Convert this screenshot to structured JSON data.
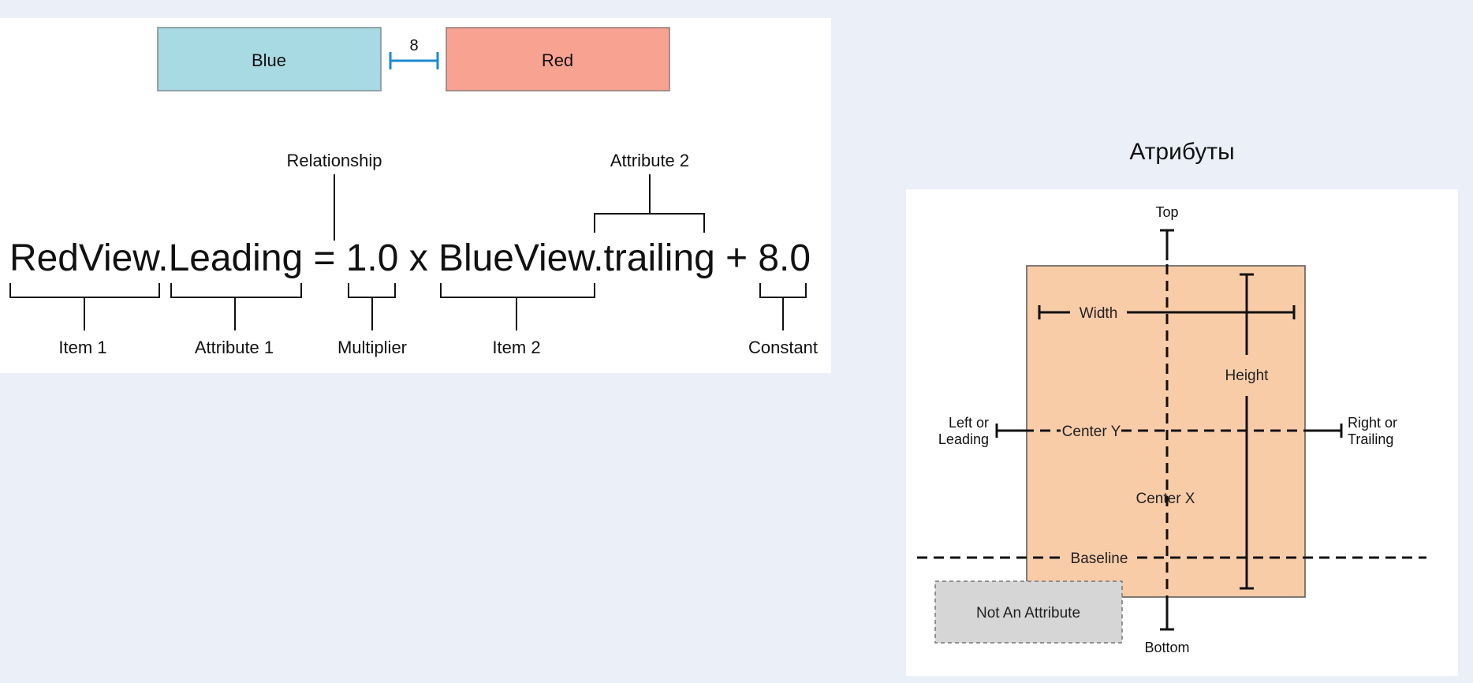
{
  "equation_diagram": {
    "spacing_demo": {
      "blue_box_label": "Blue",
      "red_box_label": "Red",
      "gap_value": "8",
      "blue_color": "#a8dae3",
      "red_color": "#f8a292",
      "gap_marker_color": "#1a8ad6"
    },
    "equation_parts": {
      "item1": "RedView.",
      "attribute1": "Leading",
      "equals": "=",
      "multiplier": "1.0",
      "times": "x",
      "item2": "BlueView.",
      "attribute2": "trailing",
      "plus": "+",
      "constant": "8.0"
    },
    "labels": {
      "relationship": "Relationship",
      "attribute2": "Attribute 2",
      "item1": "Item 1",
      "attribute1": "Attribute 1",
      "multiplier": "Multiplier",
      "item2": "Item 2",
      "constant": "Constant"
    }
  },
  "attributes_diagram": {
    "heading": "Атрибуты",
    "view_color": "#f9cca8",
    "labels": {
      "top": "Top",
      "width": "Width",
      "height": "Height",
      "left_or": "Left or",
      "leading": "Leading",
      "center_y": "Center Y",
      "right_or": "Right or",
      "trailing": "Trailing",
      "center_x": "Center X",
      "baseline": "Baseline",
      "not_an_attribute": "Not An Attribute",
      "bottom": "Bottom"
    }
  }
}
